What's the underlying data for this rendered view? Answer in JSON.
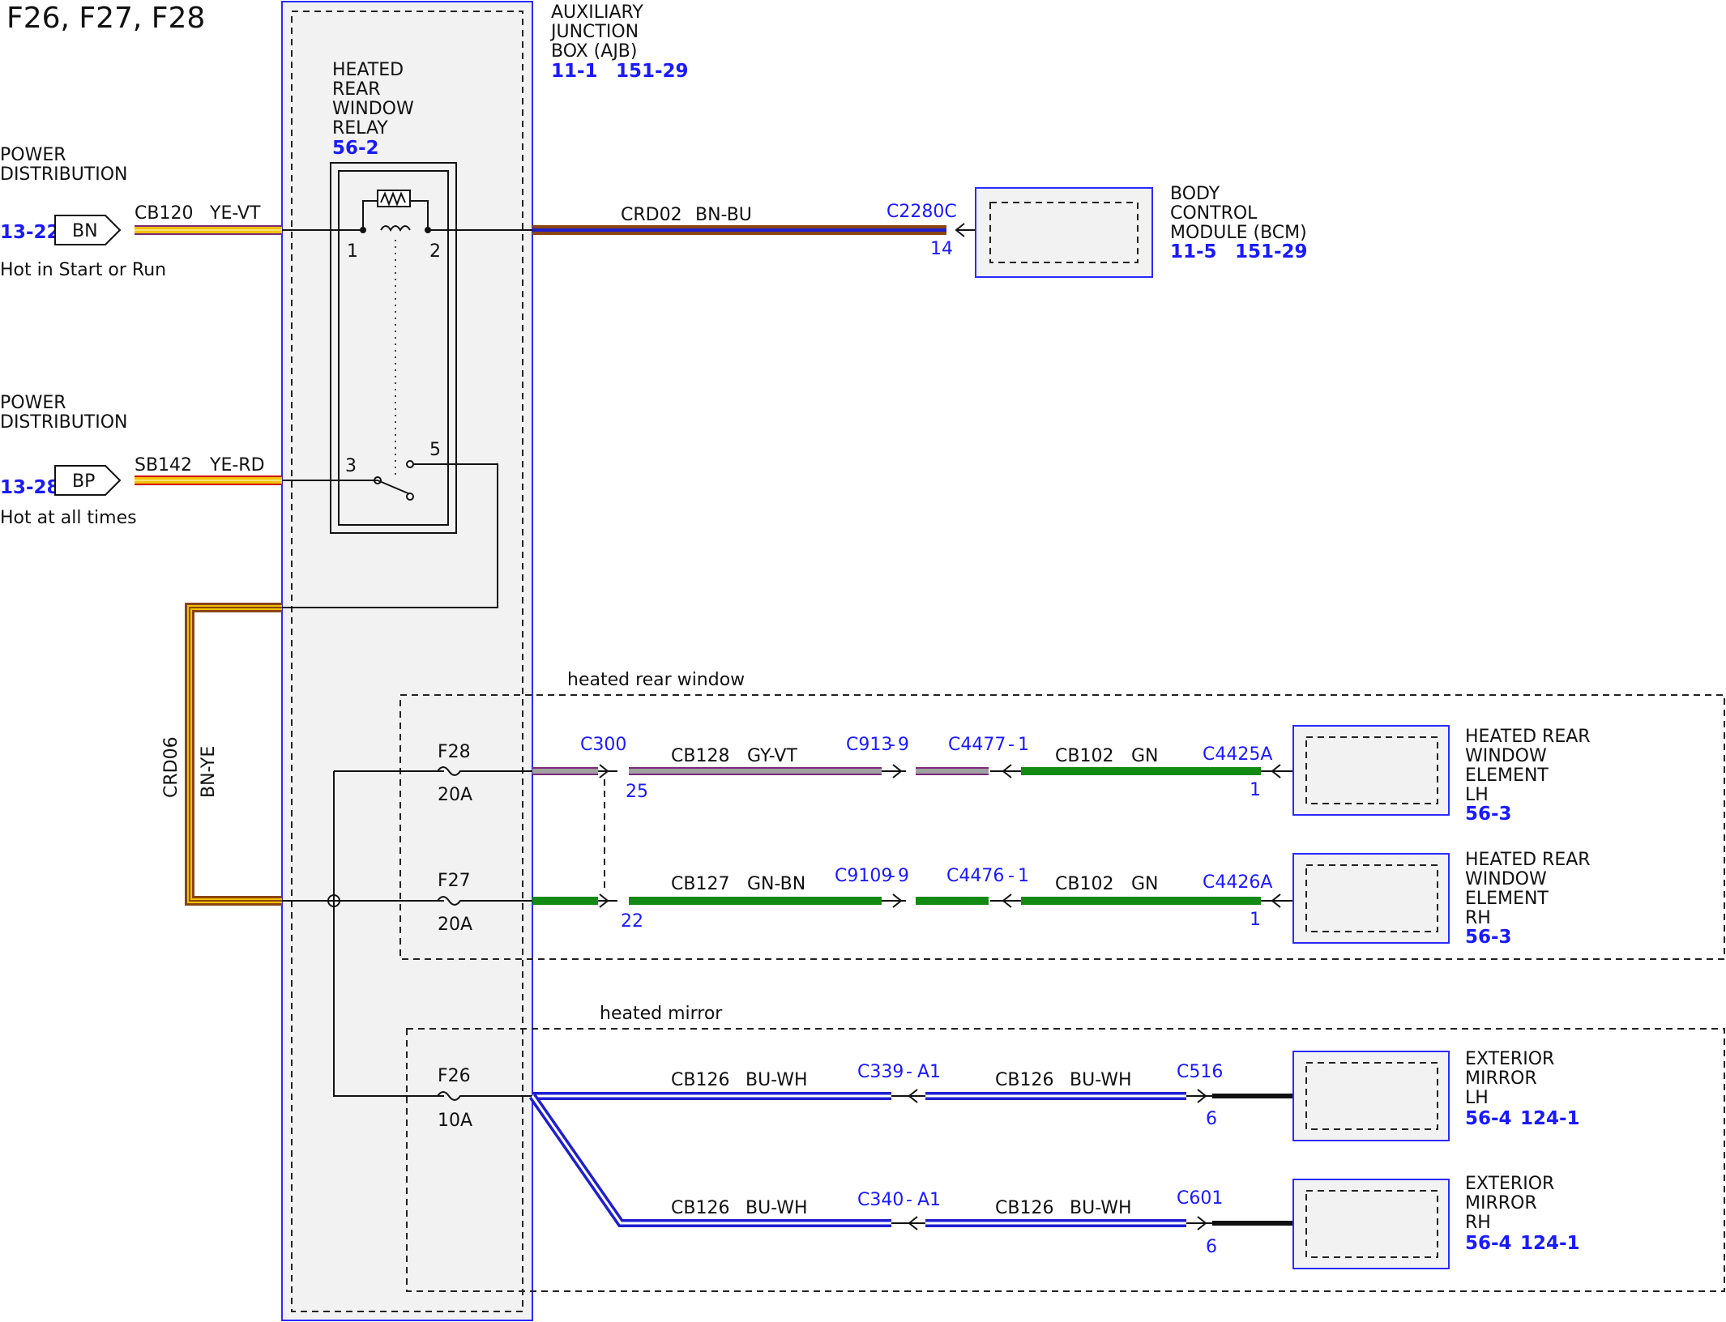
{
  "title": "F26, F27, F28",
  "colors": {
    "ye": "#f2c200",
    "vt": "#7a2a7a",
    "rd": "#d01010",
    "bn": "#8b4513",
    "bu": "#1f1fd0",
    "gn": "#138a13",
    "gy": "#a0a0a0",
    "wh": "#ffffff",
    "ref": "#1a1aff",
    "box_border": "#2a2aff"
  },
  "ajb": {
    "name_lines": [
      "AUXILIARY",
      "JUNCTION",
      "BOX (AJB)"
    ],
    "refs": [
      "11-1",
      "151-29"
    ]
  },
  "relay": {
    "name_lines": [
      "HEATED",
      "REAR",
      "WINDOW",
      "RELAY"
    ],
    "ref": "56-2",
    "pins": [
      "1",
      "2",
      "3",
      "5"
    ]
  },
  "power_inputs": [
    {
      "label_lines": [
        "POWER",
        "DISTRIBUTION"
      ],
      "ref": "13-22",
      "tag": "BN",
      "circuit": "CB120",
      "color": "YE-VT",
      "note": "Hot in Start or Run"
    },
    {
      "label_lines": [
        "POWER",
        "DISTRIBUTION"
      ],
      "ref": "13-28",
      "tag": "BP",
      "circuit": "SB142",
      "color": "YE-RD",
      "note": "Hot at all times"
    }
  ],
  "bcm_wire": {
    "circuit": "CRD02",
    "color": "BN-BU",
    "connector": "C2280C",
    "pin": "14"
  },
  "bcm": {
    "name_lines": [
      "BODY",
      "CONTROL",
      "MODULE (BCM)"
    ],
    "refs": [
      "11-5",
      "151-29"
    ]
  },
  "feed_wire": {
    "circuit": "CRD06",
    "color": "BN-YE"
  },
  "sections": {
    "heated_rear_window": "heated rear window",
    "heated_mirror": "heated mirror"
  },
  "fuses": [
    {
      "name": "F28",
      "rating": "20A"
    },
    {
      "name": "F27",
      "rating": "20A"
    },
    {
      "name": "F26",
      "rating": "10A"
    }
  ],
  "rear_lh": {
    "c1": "C300",
    "p1": "25",
    "w1_circuit": "CB128",
    "w1_color": "GY-VT",
    "c2": "C913",
    "p2": "9",
    "c3": "C4477",
    "p3": "1",
    "w2_circuit": "CB102",
    "w2_color": "GN",
    "c4": "C4425A",
    "p4": "1",
    "element_lines": [
      "HEATED REAR",
      "WINDOW",
      "ELEMENT",
      "LH"
    ],
    "ref": "56-3"
  },
  "rear_rh": {
    "p1": "22",
    "w1_circuit": "CB127",
    "w1_color": "GN-BN",
    "c2": "C9109",
    "p2": "9",
    "c3": "C4476",
    "p3": "1",
    "w2_circuit": "CB102",
    "w2_color": "GN",
    "c4": "C4426A",
    "p4": "1",
    "element_lines": [
      "HEATED REAR",
      "WINDOW",
      "ELEMENT",
      "RH"
    ],
    "ref": "56-3"
  },
  "mirror_lh": {
    "w1_circuit": "CB126",
    "w1_color": "BU-WH",
    "c1": "C339",
    "p1": "A1",
    "w2_circuit": "CB126",
    "w2_color": "BU-WH",
    "c2": "C516",
    "p2": "6",
    "element_lines": [
      "EXTERIOR",
      "MIRROR",
      "LH"
    ],
    "refs": [
      "56-4",
      "124-1"
    ]
  },
  "mirror_rh": {
    "w1_circuit": "CB126",
    "w1_color": "BU-WH",
    "c1": "C340",
    "p1": "A1",
    "w2_circuit": "CB126",
    "w2_color": "BU-WH",
    "c2": "C601",
    "p2": "6",
    "element_lines": [
      "EXTERIOR",
      "MIRROR",
      "RH"
    ],
    "refs": [
      "56-4",
      "124-1"
    ]
  }
}
